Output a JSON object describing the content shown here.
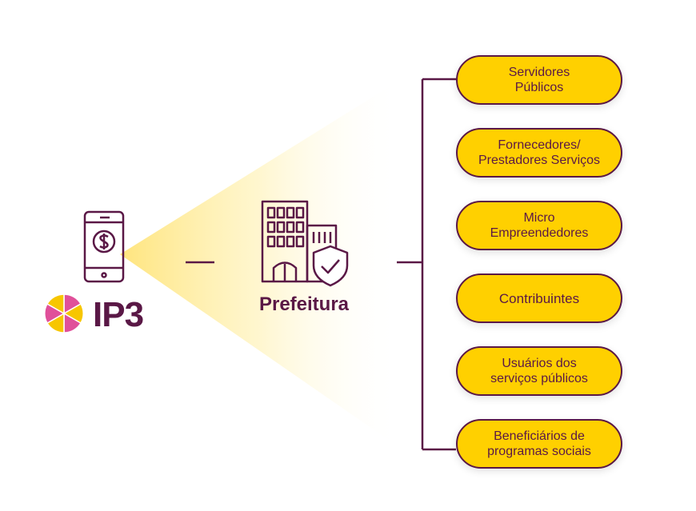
{
  "brand": {
    "name": "IP3"
  },
  "center": {
    "label": "Prefeitura"
  },
  "audiences": [
    {
      "lines": [
        "Servidores",
        "Públicos"
      ]
    },
    {
      "lines": [
        "Fornecedores/",
        "Prestadores Serviços"
      ]
    },
    {
      "lines": [
        "Micro",
        "Empreendedores"
      ]
    },
    {
      "lines": [
        "Contribuintes"
      ]
    },
    {
      "lines": [
        "Usuários dos",
        "serviços públicos"
      ]
    },
    {
      "lines": [
        "Beneficiários de",
        "programas sociais"
      ]
    }
  ],
  "colors": {
    "primary": "#5A1846",
    "accent": "#FFD000",
    "logo_pink": "#E0509A",
    "logo_yellow": "#F7C600"
  },
  "icons": [
    "phone-dollar-icon",
    "building-shield-icon",
    "ip3-flower-icon"
  ]
}
